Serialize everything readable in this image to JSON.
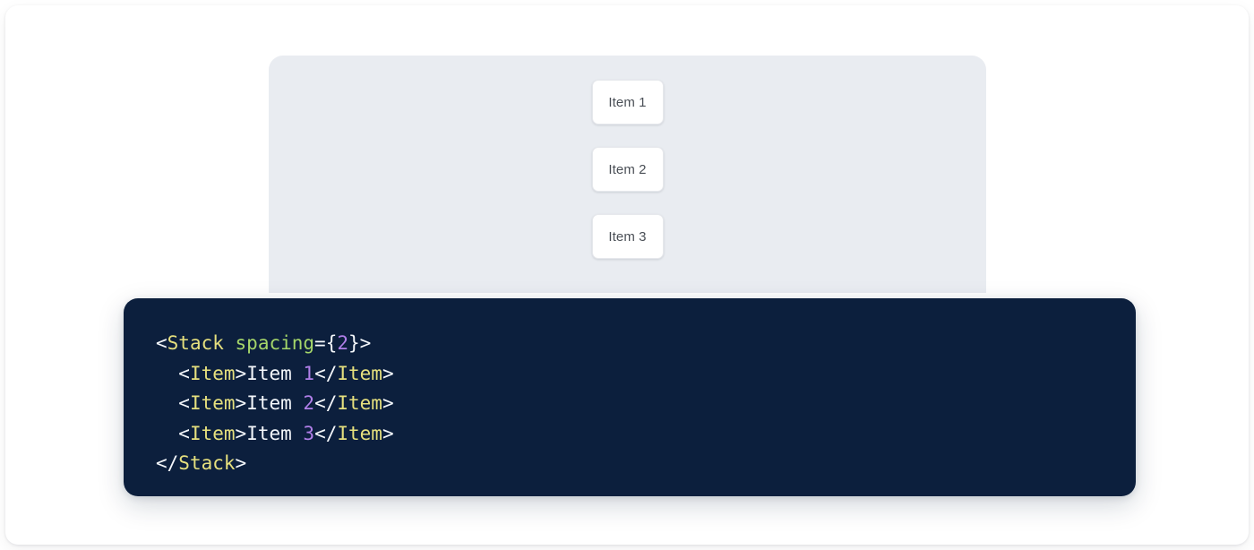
{
  "preview": {
    "component_name": "Stack",
    "items": [
      {
        "label": "Item 1"
      },
      {
        "label": "Item 2"
      },
      {
        "label": "Item 3"
      }
    ]
  },
  "code": {
    "language": "jsx",
    "lines": [
      {
        "indent": 0,
        "tokens": [
          {
            "t": "<",
            "k": "punct"
          },
          {
            "t": "Stack",
            "k": "tag"
          },
          {
            "t": " ",
            "k": "text"
          },
          {
            "t": "spacing",
            "k": "attr"
          },
          {
            "t": "=",
            "k": "punct"
          },
          {
            "t": "{",
            "k": "punct"
          },
          {
            "t": "2",
            "k": "num"
          },
          {
            "t": "}",
            "k": "punct"
          },
          {
            "t": ">",
            "k": "punct"
          }
        ]
      },
      {
        "indent": 2,
        "tokens": [
          {
            "t": "<",
            "k": "punct"
          },
          {
            "t": "Item",
            "k": "tag"
          },
          {
            "t": ">",
            "k": "punct"
          },
          {
            "t": "Item ",
            "k": "text"
          },
          {
            "t": "1",
            "k": "num"
          },
          {
            "t": "</",
            "k": "punct"
          },
          {
            "t": "Item",
            "k": "tag"
          },
          {
            "t": ">",
            "k": "punct"
          }
        ]
      },
      {
        "indent": 2,
        "tokens": [
          {
            "t": "<",
            "k": "punct"
          },
          {
            "t": "Item",
            "k": "tag"
          },
          {
            "t": ">",
            "k": "punct"
          },
          {
            "t": "Item ",
            "k": "text"
          },
          {
            "t": "2",
            "k": "num"
          },
          {
            "t": "</",
            "k": "punct"
          },
          {
            "t": "Item",
            "k": "tag"
          },
          {
            "t": ">",
            "k": "punct"
          }
        ]
      },
      {
        "indent": 2,
        "tokens": [
          {
            "t": "<",
            "k": "punct"
          },
          {
            "t": "Item",
            "k": "tag"
          },
          {
            "t": ">",
            "k": "punct"
          },
          {
            "t": "Item ",
            "k": "text"
          },
          {
            "t": "3",
            "k": "num"
          },
          {
            "t": "</",
            "k": "punct"
          },
          {
            "t": "Item",
            "k": "tag"
          },
          {
            "t": ">",
            "k": "punct"
          }
        ]
      },
      {
        "indent": 0,
        "tokens": [
          {
            "t": "</",
            "k": "punct"
          },
          {
            "t": "Stack",
            "k": "tag"
          },
          {
            "t": ">",
            "k": "punct"
          }
        ]
      }
    ]
  },
  "colors": {
    "page_background": "#ffffff",
    "panel_background": "#e9ecf1",
    "card_background": "#ffffff",
    "card_border": "#e6e8ec",
    "card_text": "#4a4f56",
    "code_background": "#0c1f3d",
    "code_punctuation": "#f4f7fb",
    "code_tag": "#e6e07e",
    "code_attribute": "#a5d66a",
    "code_number": "#b07fe8",
    "code_text": "#f4f7fb"
  }
}
